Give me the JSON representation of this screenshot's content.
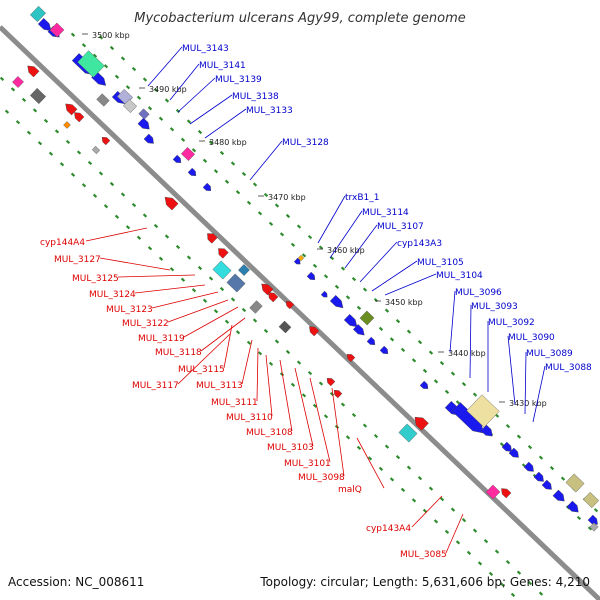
{
  "title": "Mycobacterium ulcerans Agy99, complete genome",
  "footer": {
    "accession": "Accession: NC_008611",
    "summary": "Topology: circular; Length: 5,631,606 bp; Genes: 4,210"
  },
  "colors": {
    "backbone": "#8c8c8c",
    "plus_label": "#0000cc",
    "minus_label": "#dd0000",
    "tick_marks": "#2e8b2e"
  },
  "scale_ticks": [
    "3500 kbp",
    "3490 kbp",
    "3480 kbp",
    "3470 kbp",
    "3460 kbp",
    "3450 kbp",
    "3440 kbp",
    "3430 kbp"
  ],
  "plus_strand_labels": [
    "MUL_3143",
    "MUL_3141",
    "MUL_3139",
    "MUL_3138",
    "MUL_3133",
    "MUL_3128",
    "trxB1_1",
    "MUL_3114",
    "MUL_3107",
    "cyp143A3",
    "MUL_3105",
    "MUL_3104",
    "MUL_3096",
    "MUL_3093",
    "MUL_3092",
    "MUL_3090",
    "MUL_3089",
    "MUL_3088"
  ],
  "minus_strand_labels": [
    "cyp144A4",
    "MUL_3127",
    "MUL_3125",
    "MUL_3124",
    "MUL_3123",
    "MUL_3122",
    "MUL_3119",
    "MUL_3118",
    "MUL_3115",
    "MUL_3117",
    "MUL_3113",
    "MUL_3111",
    "MUL_3110",
    "MUL_3108",
    "MUL_3103",
    "MUL_3101",
    "MUL_3098",
    "malQ",
    "cyp143A4",
    "MUL_3085"
  ]
}
